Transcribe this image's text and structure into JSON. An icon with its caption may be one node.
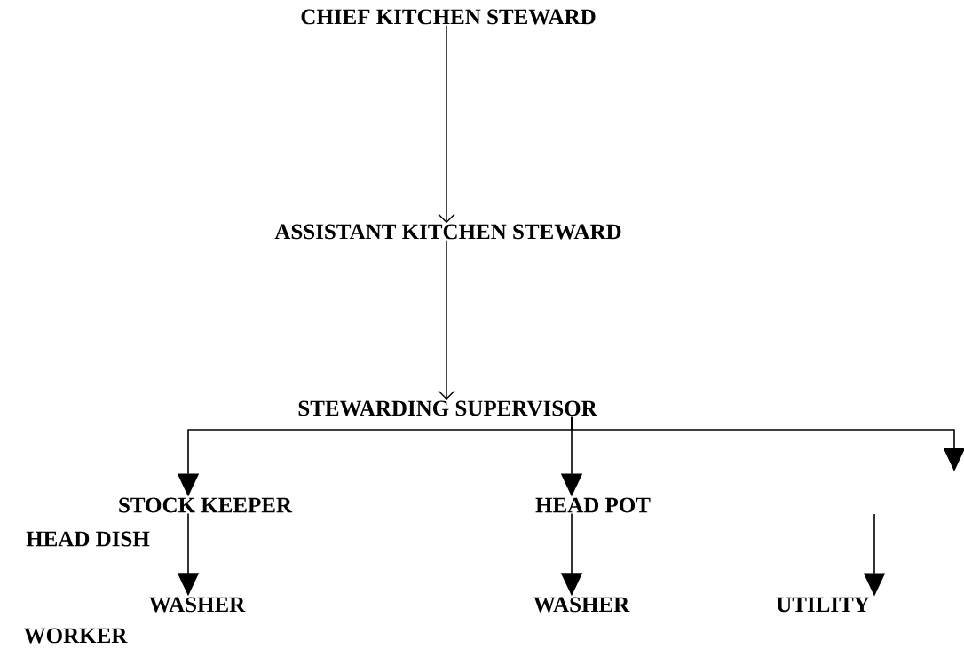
{
  "diagram": {
    "nodes": [
      {
        "text": [
          "CHIEF KITCHEN STEWARD"
        ]
      },
      {
        "text": [
          "ASSISTANT KITCHEN STEWARD"
        ]
      },
      {
        "text": [
          "STEWARDING SUPERVISOR"
        ]
      },
      {
        "text": [
          "STOCK KEEPER"
        ]
      },
      {
        "text": [
          "HEAD POT"
        ]
      },
      {
        "text": [
          "HEAD DISH"
        ]
      },
      {
        "text": [
          "WASHER"
        ]
      },
      {
        "text": [
          "WASHER"
        ]
      },
      {
        "text": [
          "UTILITY"
        ]
      },
      {
        "text": [
          "WORKER"
        ]
      }
    ],
    "edges": [
      {
        "from": 0,
        "to": 1,
        "arrow": "to"
      },
      {
        "from": 1,
        "to": 2,
        "arrow": "to"
      },
      {
        "from": 2,
        "to": 3,
        "arrow": "to"
      },
      {
        "from": 2,
        "to": 4,
        "arrow": "to"
      },
      {
        "from": 2,
        "to": null,
        "arrow": "to"
      },
      {
        "from": 3,
        "to": 6,
        "arrow": "to"
      },
      {
        "from": 4,
        "to": 7,
        "arrow": "to"
      },
      {
        "from": null,
        "to": 8,
        "arrow": "to"
      }
    ]
  }
}
